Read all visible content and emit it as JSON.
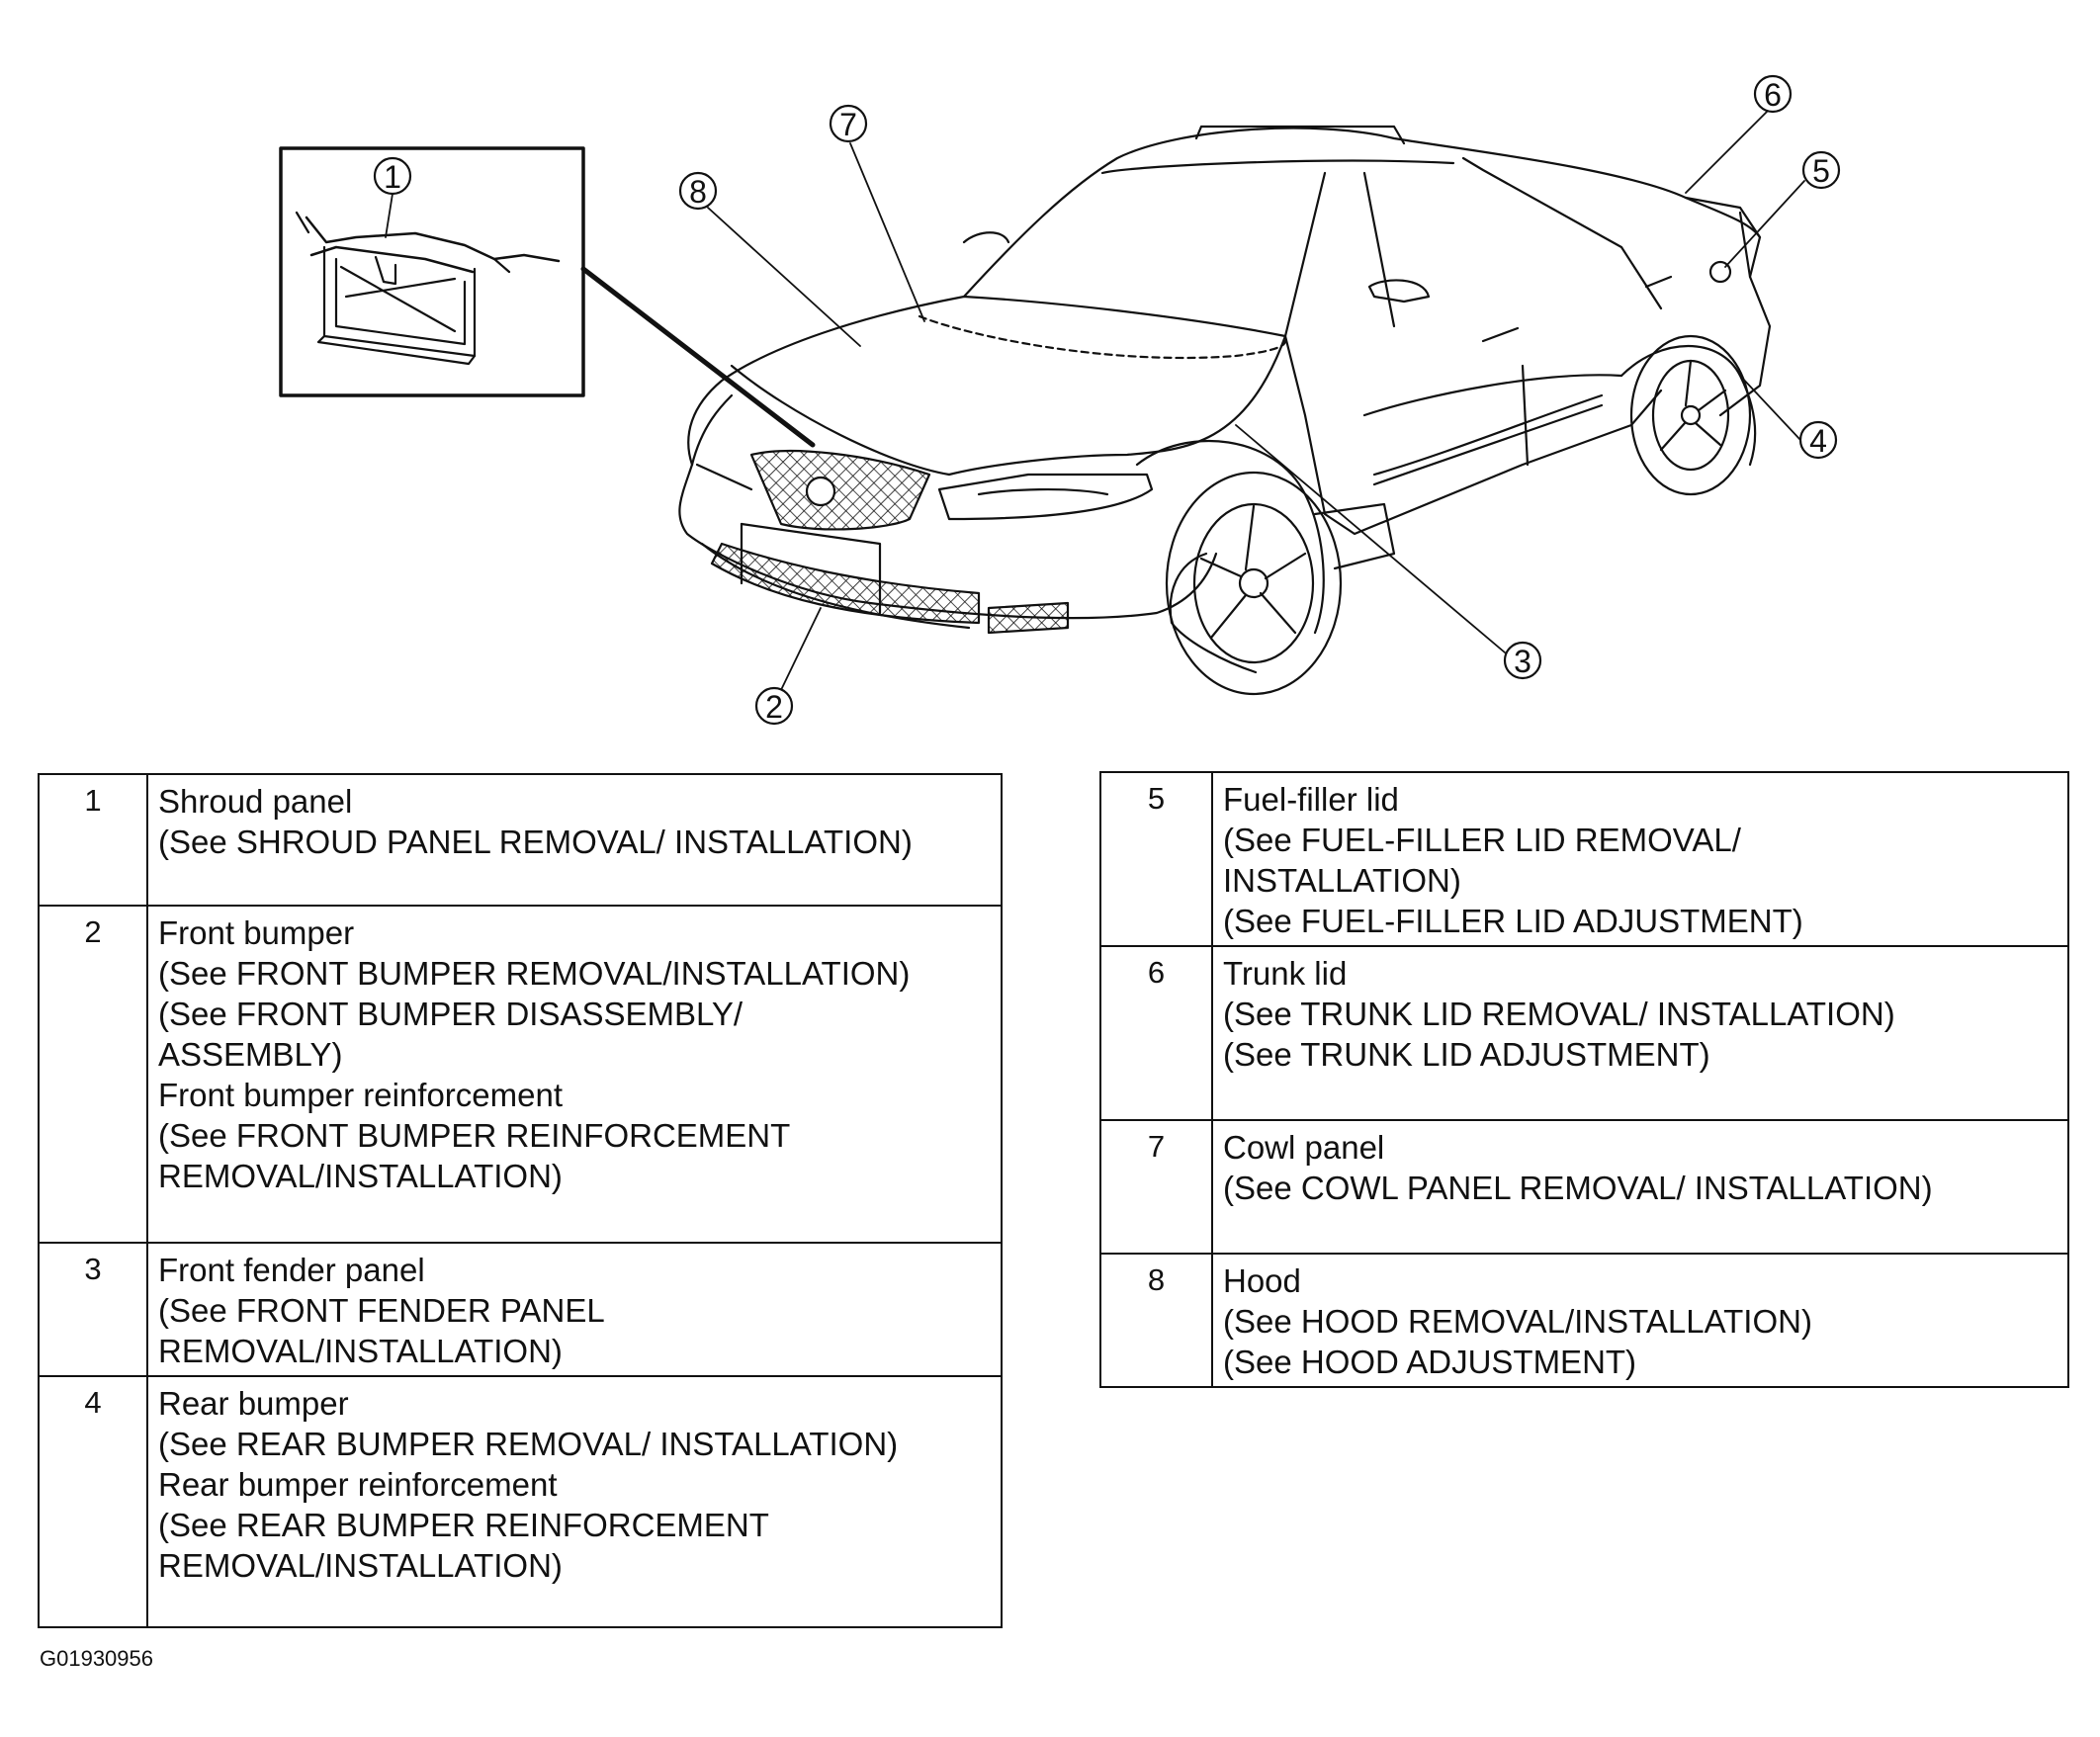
{
  "figure": {
    "callouts": [
      "1",
      "2",
      "3",
      "4",
      "5",
      "6",
      "7",
      "8"
    ],
    "code": "G01930956"
  },
  "legend_left": [
    {
      "num": "1",
      "lines": [
        "Shroud panel",
        "(See SHROUD PANEL REMOVAL/ INSTALLATION)"
      ]
    },
    {
      "num": "2",
      "lines": [
        "Front bumper",
        "(See FRONT BUMPER REMOVAL/INSTALLATION)",
        "(See FRONT BUMPER DISASSEMBLY/",
        "ASSEMBLY)",
        "Front bumper reinforcement",
        "(See FRONT BUMPER REINFORCEMENT",
        "REMOVAL/INSTALLATION)"
      ]
    },
    {
      "num": "3",
      "lines": [
        "Front fender panel",
        "(See FRONT FENDER PANEL",
        "REMOVAL/INSTALLATION)"
      ]
    },
    {
      "num": "4",
      "lines": [
        "Rear bumper",
        "(See REAR BUMPER REMOVAL/ INSTALLATION)",
        "Rear bumper reinforcement",
        "(See REAR BUMPER REINFORCEMENT",
        "REMOVAL/INSTALLATION)"
      ]
    }
  ],
  "legend_right": [
    {
      "num": "5",
      "lines": [
        "Fuel-filler lid",
        "(See FUEL-FILLER LID REMOVAL/",
        "INSTALLATION)",
        "(See FUEL-FILLER LID ADJUSTMENT)"
      ]
    },
    {
      "num": "6",
      "lines": [
        "Trunk lid",
        "(See TRUNK LID REMOVAL/ INSTALLATION)",
        "(See TRUNK LID ADJUSTMENT)"
      ]
    },
    {
      "num": "7",
      "lines": [
        "Cowl panel",
        "(See COWL PANEL REMOVAL/ INSTALLATION)"
      ]
    },
    {
      "num": "8",
      "lines": [
        "Hood",
        "(See HOOD REMOVAL/INSTALLATION)",
        "(See HOOD ADJUSTMENT)"
      ]
    }
  ]
}
